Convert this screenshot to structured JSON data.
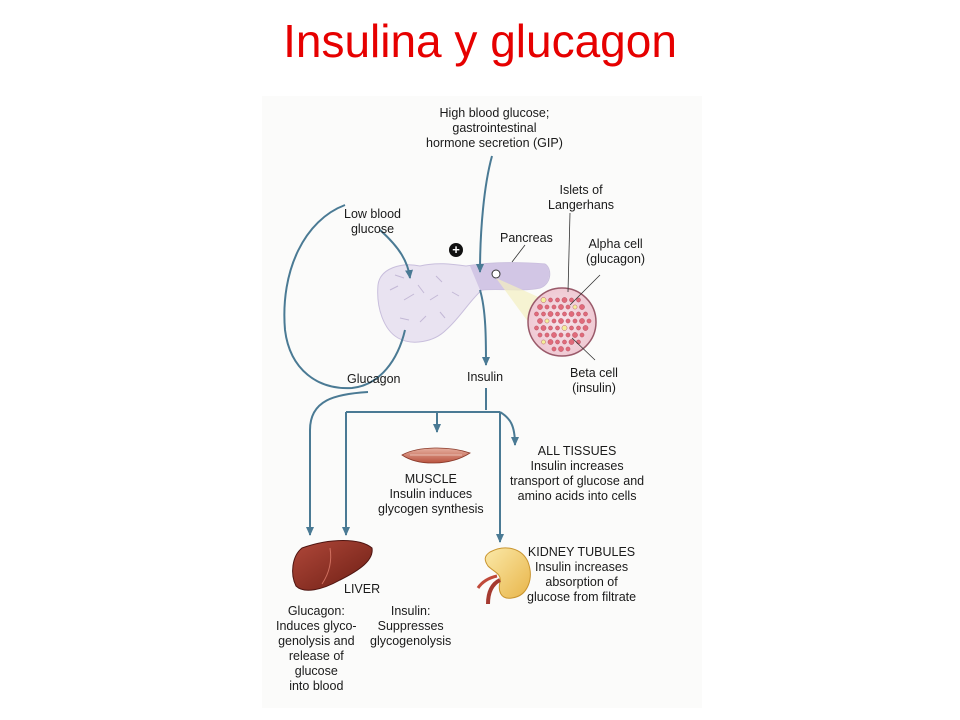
{
  "title": "Insulina y glucagon",
  "colors": {
    "title": "#e60000",
    "arrow": "#4a7a94",
    "pancreas": "#cfc2e3",
    "islet_cells": "#e06a7a",
    "organ_red": "#8a2a1e",
    "kidney_yellow": "#f0c860"
  },
  "labels": {
    "stimulus": [
      "High blood glucose;",
      "gastrointestinal",
      "hormone secretion (GIP)"
    ],
    "low_glucose": [
      "Low blood",
      "glucose"
    ],
    "plus_sign": "+",
    "pancreas": "Pancreas",
    "islets": [
      "Islets of",
      "Langerhans"
    ],
    "alpha_cell": [
      "Alpha cell",
      "(glucagon)"
    ],
    "beta_cell": [
      "Beta cell",
      "(insulin)"
    ],
    "glucagon": "Glucagon",
    "insulin": "Insulin",
    "muscle": [
      "MUSCLE",
      "Insulin induces",
      "glycogen synthesis"
    ],
    "all_tissues": [
      "ALL TISSUES",
      "Insulin increases",
      "transport of glucose and",
      "amino acids into cells"
    ],
    "kidney": [
      "KIDNEY TUBULES",
      "Insulin increases",
      "absorption of",
      "glucose from filtrate"
    ],
    "liver": "LIVER",
    "liver_glucagon": [
      "Glucagon:",
      "Induces glyco-",
      "genolysis and",
      "release of",
      "glucose",
      "into blood"
    ],
    "liver_insulin": [
      "Insulin:",
      "Suppresses",
      "glycogenolysis"
    ]
  }
}
